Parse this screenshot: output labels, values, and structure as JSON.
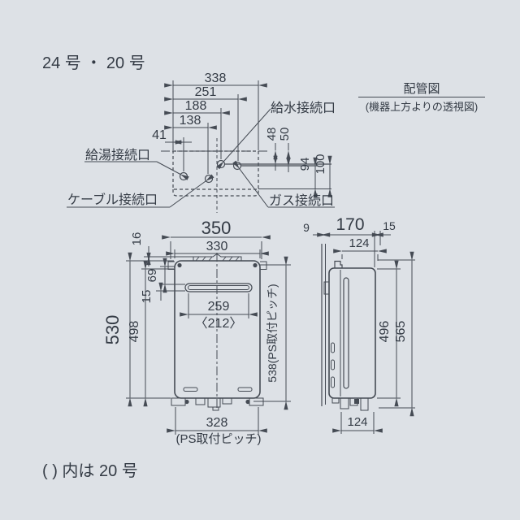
{
  "title": "24 号 ・ 20 号",
  "footnote": "(  ) 内は 20 号",
  "colors": {
    "background": "#dde1e6",
    "line": "#454b54",
    "text": "#343b45"
  },
  "piping_diagram": {
    "heading": "配管図",
    "subheading": "(機器上方よりの透視図)",
    "ports": {
      "water_supply": "給水接続口",
      "hot_water": "給湯接続口",
      "cable": "ケーブル接続口",
      "gas": "ガス接続口"
    },
    "dims": {
      "width_total": "338",
      "width_to_gas": "251",
      "width_to_water": "188",
      "width_to_cable": "138",
      "offset_hot_water": "41",
      "depth_water": "48",
      "depth_gas": "50",
      "depth_94": "94",
      "depth_100": "100"
    }
  },
  "front_view": {
    "dims": {
      "width_total": "350",
      "width_body": "330",
      "top_offset": "16",
      "louver_top": "69",
      "louver_height": "15",
      "louver_width": "259",
      "louver_width_20": "〈212〉",
      "height_total": "530",
      "height_inner": "498",
      "ps_pitch_vertical": "538(PS取付ピッチ)",
      "ps_pitch_horizontal": "328",
      "ps_pitch_label": "(PS取付ピッチ)"
    }
  },
  "side_view": {
    "dims": {
      "wall_gap": "9",
      "depth_total": "170",
      "front_lip": "15",
      "depth_top": "124",
      "height_body": "496",
      "height_total": "565",
      "depth_bottom": "124"
    }
  }
}
